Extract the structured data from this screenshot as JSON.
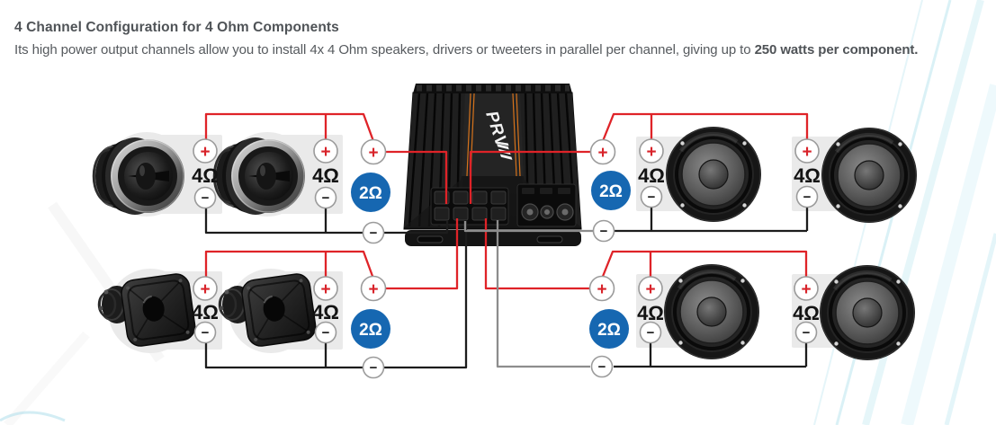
{
  "header": {
    "title": "4 Channel Configuration for 4 Ohm Components",
    "subtitle_regular": "Its high power output channels allow you to install 4x 4 Ohm speakers, drivers or tweeters in parallel per channel, giving up to",
    "subtitle_bold": "250 watts per component."
  },
  "amp": {
    "brand": "PRV"
  },
  "labels": {
    "plus": "+",
    "minus": "−"
  },
  "channels": [
    {
      "position": "top-left",
      "speaker_type": "bullet-tweeter",
      "speaker_impedances": [
        "4Ω",
        "4Ω"
      ],
      "parallel_impedance": "2Ω"
    },
    {
      "position": "top-right",
      "speaker_type": "woofer",
      "speaker_impedances": [
        "4Ω",
        "4Ω"
      ],
      "parallel_impedance": "2Ω"
    },
    {
      "position": "bottom-left",
      "speaker_type": "horn-tweeter",
      "speaker_impedances": [
        "4Ω",
        "4Ω"
      ],
      "parallel_impedance": "2Ω"
    },
    {
      "position": "bottom-right",
      "speaker_type": "woofer",
      "speaker_impedances": [
        "4Ω",
        "4Ω"
      ],
      "parallel_impedance": "2Ω"
    }
  ],
  "colors": {
    "wire_positive": "#df2328",
    "wire_negative": "#1c1c1c",
    "wire_gray": "#8d8d8d",
    "impedance_badge": "#1667b1",
    "amp_accent": "#ea7c1c",
    "backing_gray": "#eaeaea",
    "heading_text": "#4f5357"
  }
}
